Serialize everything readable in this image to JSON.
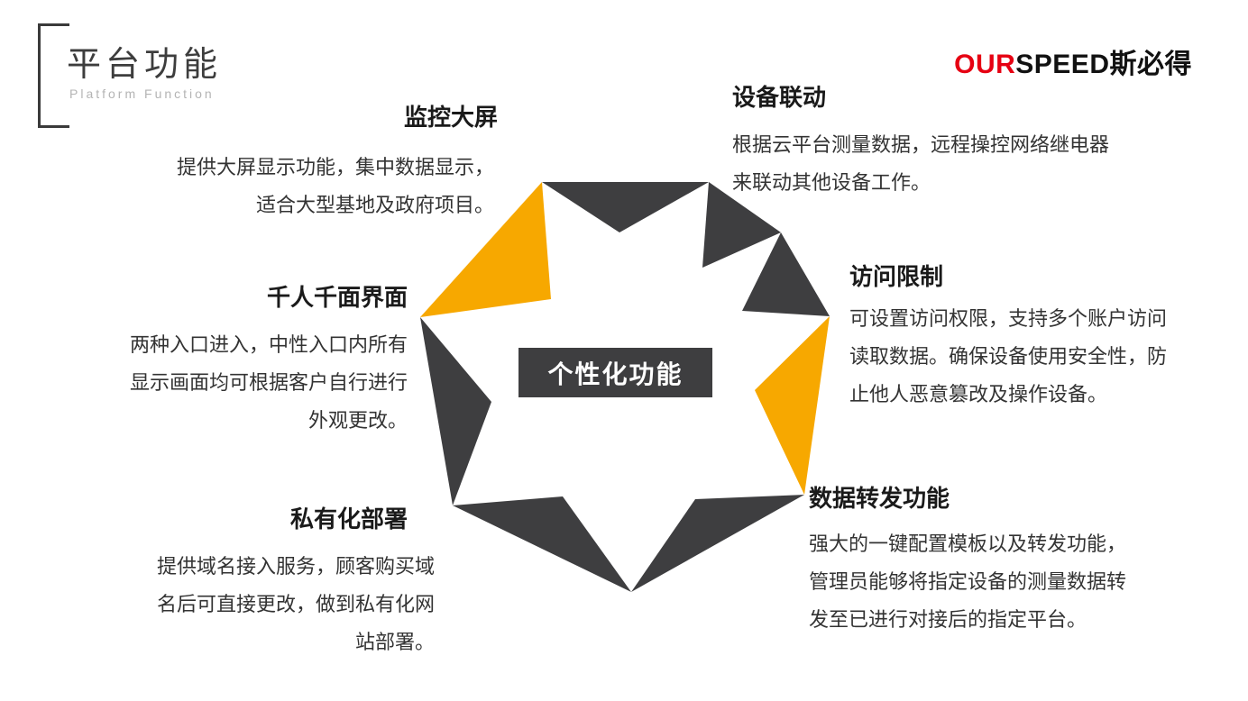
{
  "header": {
    "title": "平台功能",
    "subtitle": "Platform  Function",
    "logo": {
      "part1": "OUR",
      "part2": "SPEED斯必得",
      "part1_color": "#e60012"
    }
  },
  "diagram": {
    "center_label": "个性化功能",
    "colors": {
      "dark": "#3e3e40",
      "accent": "#f7a800"
    },
    "features": [
      {
        "title": "监控大屏",
        "lines": [
          "提供大屏显示功能，集中数据显示，",
          "适合大型基地及政府项目。"
        ]
      },
      {
        "title": "设备联动",
        "lines": [
          "根据云平台测量数据，远程操控网络继电器",
          "来联动其他设备工作。"
        ]
      },
      {
        "title": "千人千面界面",
        "lines": [
          "两种入口进入，中性入口内所有",
          "显示画面均可根据客户自行进行",
          "外观更改。"
        ]
      },
      {
        "title": "访问限制",
        "lines": [
          "可设置访问权限，支持多个账户访问",
          "读取数据。确保设备使用安全性，防",
          "止他人恶意篡改及操作设备。"
        ]
      },
      {
        "title": "私有化部署",
        "lines": [
          "提供域名接入服务，顾客购买域",
          "名后可直接更改，做到私有化网",
          "站部署。"
        ]
      },
      {
        "title": "数据转发功能",
        "lines": [
          "强大的一键配置模板以及转发功能，",
          "管理员能够将指定设备的测量数据转",
          "发至已进行对接后的指定平台。"
        ]
      }
    ]
  }
}
